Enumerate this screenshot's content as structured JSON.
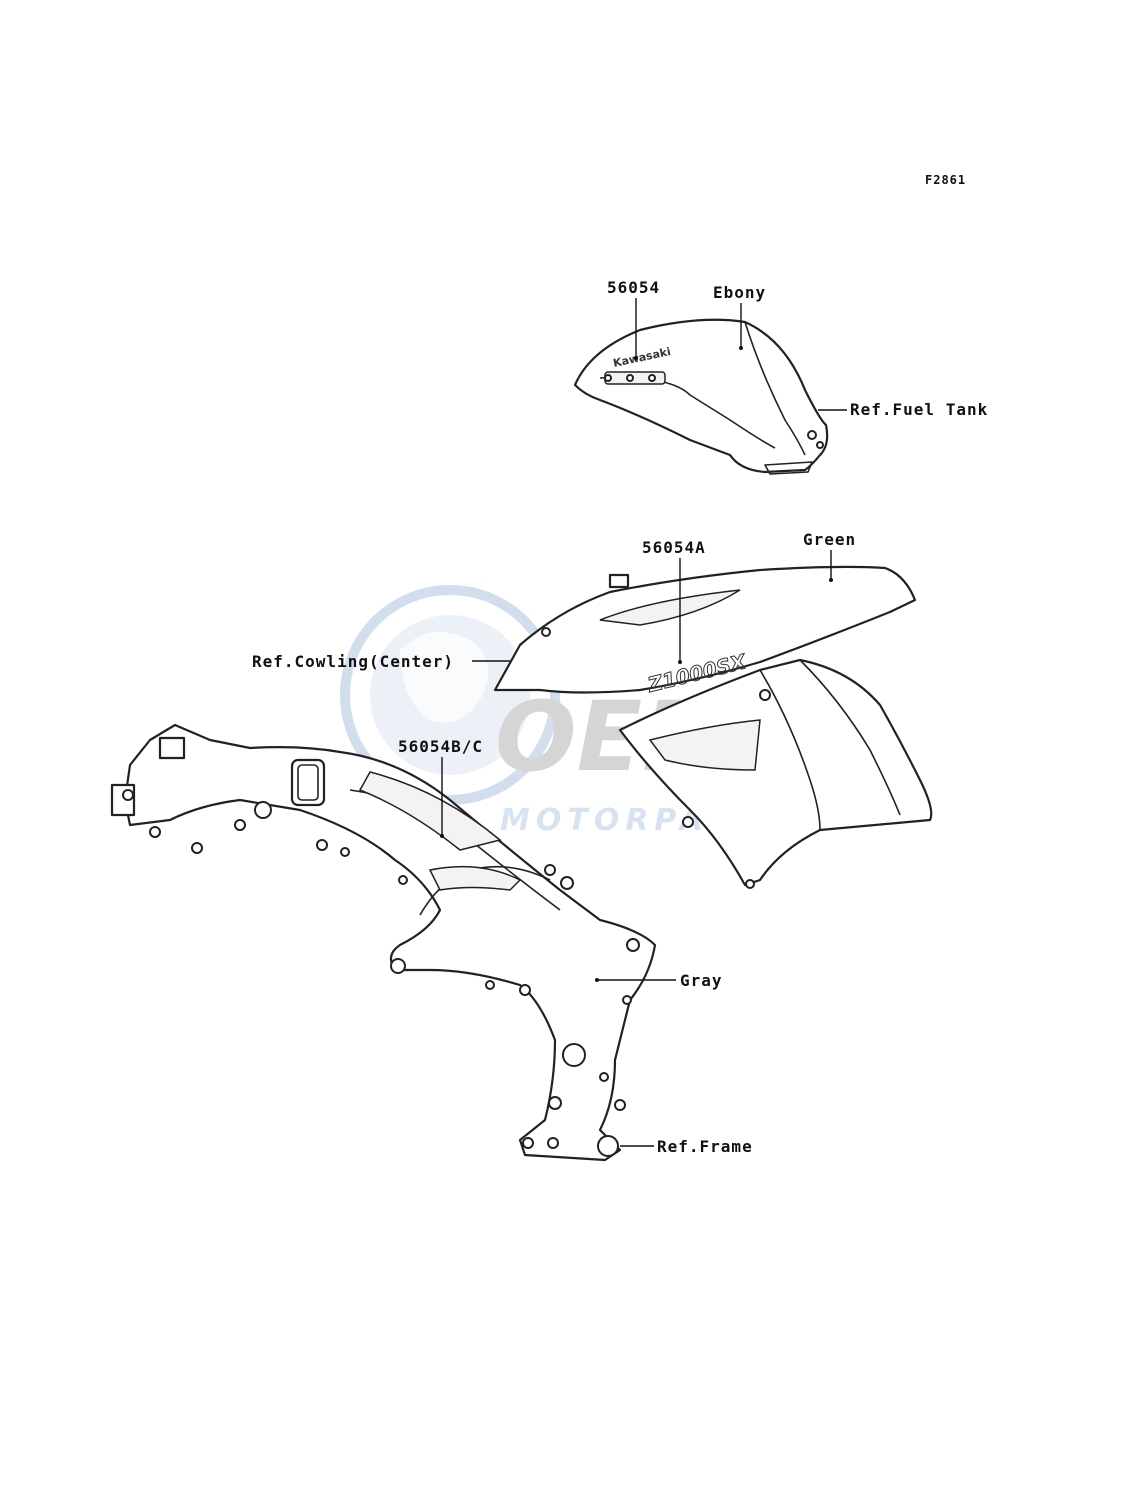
{
  "figure_code": "F2861",
  "callouts": {
    "fuel_tank_part": "56054",
    "fuel_tank_color": "Ebony",
    "fuel_tank_ref": "Ref.Fuel Tank",
    "cowling_part": "56054A",
    "cowling_color": "Green",
    "cowling_ref": "Ref.Cowling(Center)",
    "frame_part": "56054B/C",
    "frame_color": "Gray",
    "frame_ref": "Ref.Frame"
  },
  "decals": {
    "tank_logo": "Kawasaki",
    "cowl_logo": "Z1000SX"
  },
  "watermark": {
    "brand": "OEM",
    "sub": "MOTORPARTS",
    "color": "#9ab6d8"
  }
}
